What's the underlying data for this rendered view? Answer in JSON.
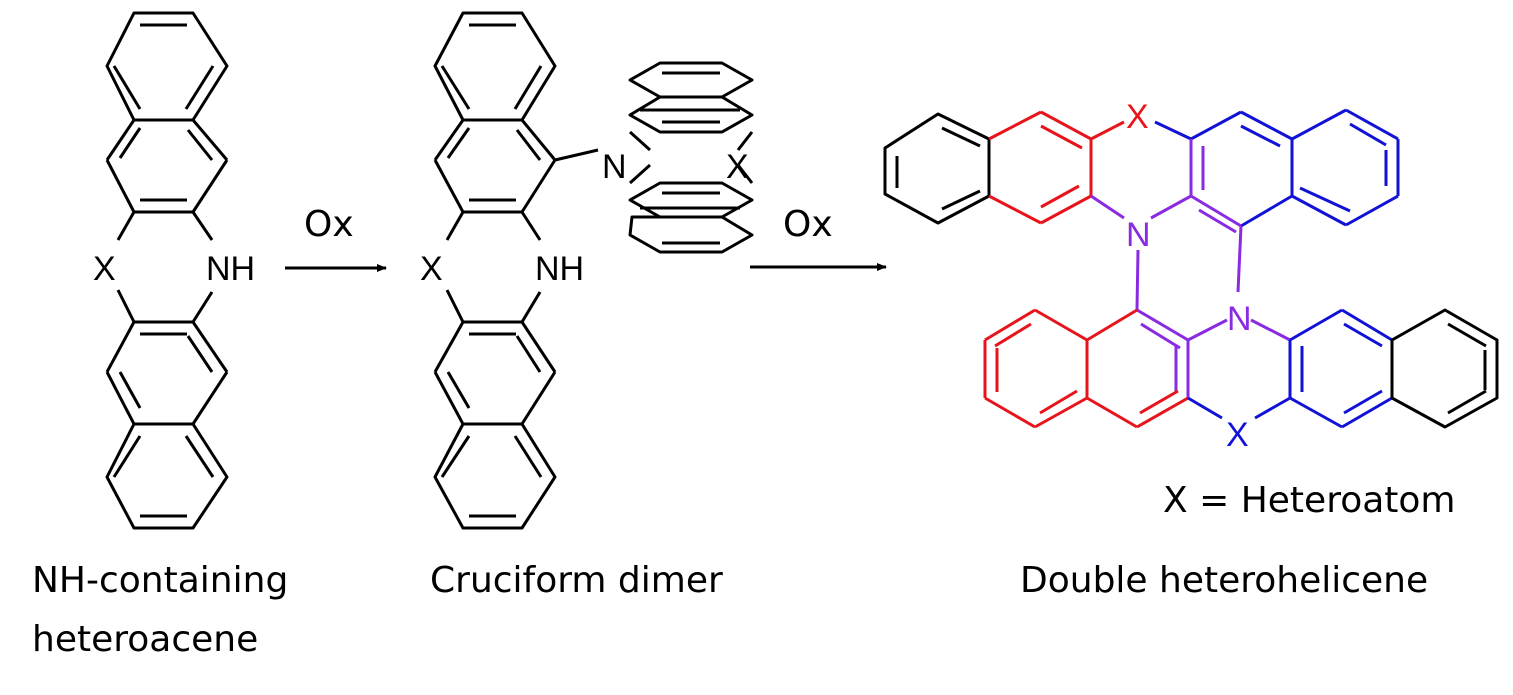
{
  "reaction": {
    "step1_reagent": "Ox",
    "step2_reagent": "Ox"
  },
  "compound1": {
    "caption_line1": "NH-containing",
    "caption_line2": "heteroacene",
    "label_x": "X",
    "label_nh": "NH"
  },
  "compound2": {
    "caption": "Cruciform dimer",
    "label_x": "X",
    "label_nh": "NH",
    "label_n": "N",
    "label_x2": "X"
  },
  "compound3": {
    "caption": "Double heterohelicene",
    "label_x_top": "X",
    "label_x_bottom": "X",
    "label_n_top": "N",
    "label_n_bottom": "N",
    "legend": "X = Heteroatom"
  },
  "colors": {
    "black": "#000000",
    "red": "#e8141b",
    "blue": "#1212d6",
    "purple": "#8a2be2"
  }
}
